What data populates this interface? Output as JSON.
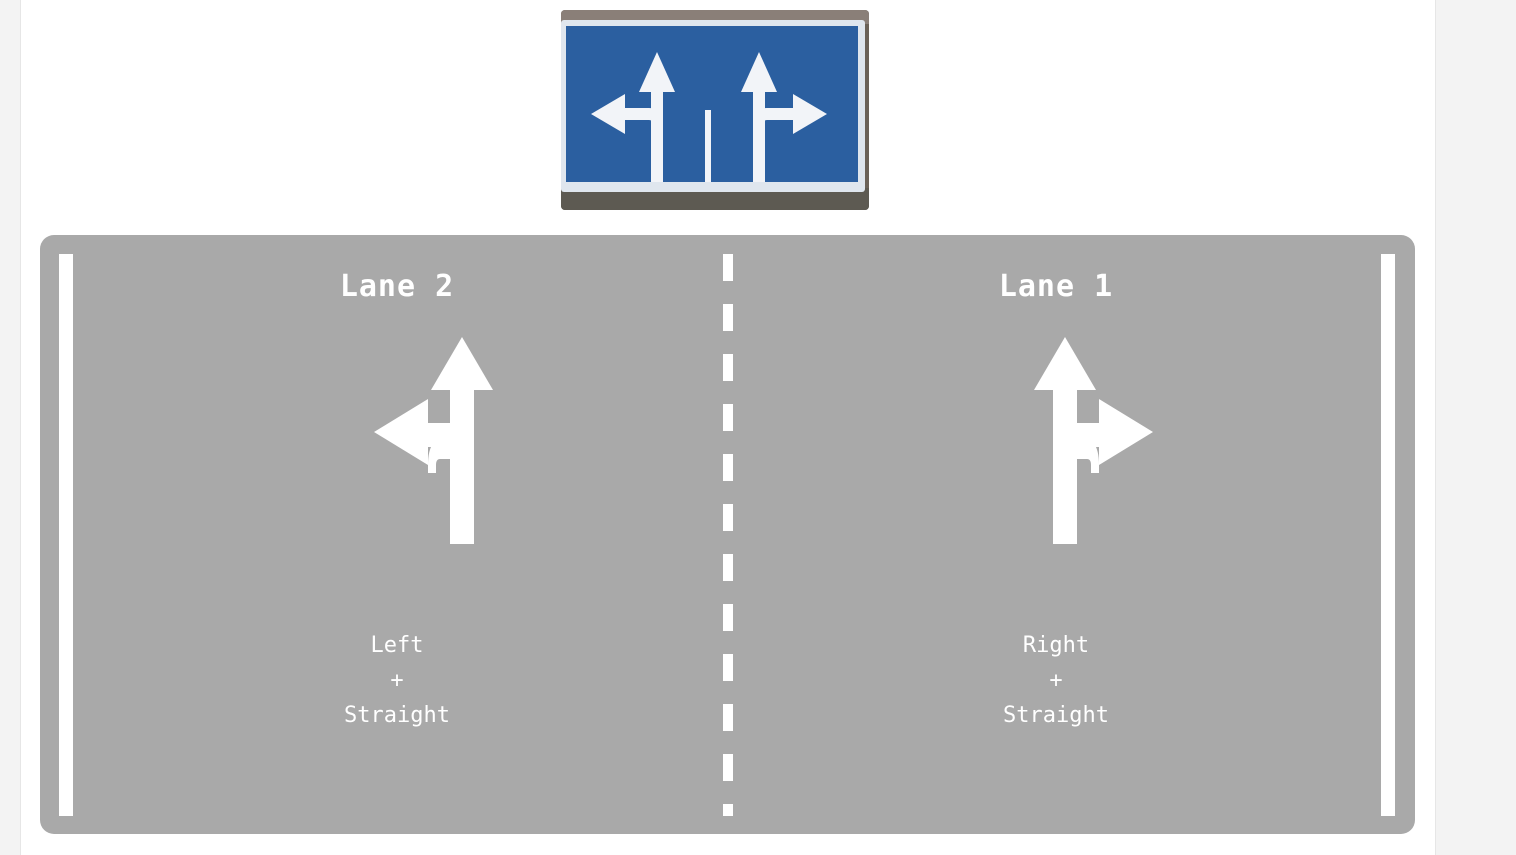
{
  "sign_image": {
    "icon": "left-straight-straight-right-sign",
    "colors": {
      "background": "#2b5fa0",
      "arrow": "#f2f4f8",
      "border": "#dfe6ee"
    }
  },
  "road": {
    "colors": {
      "surface": "#a9a9a9",
      "markings": "#ffffff"
    },
    "lanes": [
      {
        "title": "Lane 2",
        "icon": "left-and-straight-arrow-icon",
        "desc_top": "Left",
        "desc_plus": "+",
        "desc_bottom": "Straight"
      },
      {
        "title": "Lane 1",
        "icon": "right-and-straight-arrow-icon",
        "desc_top": "Right",
        "desc_plus": "+",
        "desc_bottom": "Straight"
      }
    ]
  }
}
